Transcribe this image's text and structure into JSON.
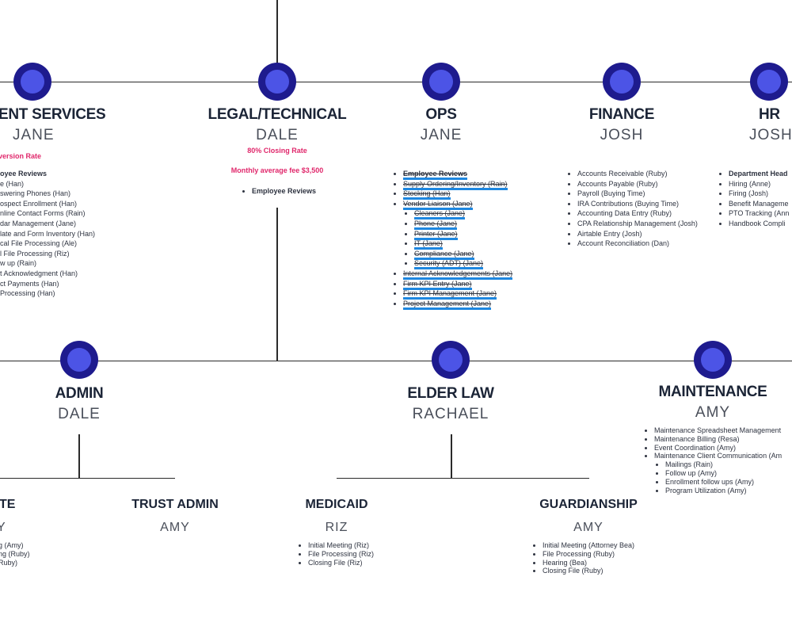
{
  "top": {
    "client_services": {
      "title": "ENT SERVICES",
      "person": "JANE",
      "metric": "version Rate",
      "items": [
        "oyee Reviews",
        "e (Han)",
        "swering Phones (Han)",
        "ospect Enrollment (Han)",
        "nline Contact Forms (Rain)",
        "dar Management (Jane)",
        "late and Form Inventory (Han)",
        "cal File Processing (Ale)",
        "l File Processing (Riz)",
        "w up (Rain)",
        "t Acknowledgment (Han)",
        "ct Payments (Han)",
        "Processing (Han)"
      ]
    },
    "legal": {
      "title": "LEGAL/TECHNICAL",
      "person": "DALE",
      "metric1": "80% Closing Rate",
      "metric2": "Monthly average fee $3,500",
      "items": [
        "Employee Reviews"
      ]
    },
    "ops": {
      "title": "OPS",
      "person": "JANE",
      "items": [
        "Employee Reviews",
        "Supply Ordering/Inventory (Rain)",
        "Stocking (Han)",
        "Vendor Liaison (Jane)"
      ],
      "vendor_sub": [
        "Cleaners (Jane)",
        "Phone (Jane)",
        "Printer (Jane)",
        "IT (Jane)",
        "Compliance (Jane)",
        "Security (ADT) (Jane)"
      ],
      "items2": [
        "Internal Acknowledgements (Jane)",
        "Firm KPI Entry (Jane)",
        "Firm KPI Management  (Jane)",
        "Project Management (Jane)"
      ]
    },
    "finance": {
      "title": "FINANCE",
      "person": "JOSH",
      "items": [
        "Accounts Receivable (Ruby)",
        "Accounts Payable (Ruby)",
        "Payroll (Buying Time)",
        "IRA Contributions (Buying Time)",
        "Accounting Data Entry (Ruby)",
        "CPA Relationship Management (Josh)",
        "Airtable Entry (Josh)",
        "Account Reconciliation (Dan)"
      ]
    },
    "hr": {
      "title": "HR",
      "person": "JOSH",
      "items": [
        "Department Head",
        "Hiring (Anne)",
        "Firing (Josh)",
        "Benefit Manageme",
        "PTO Tracking (Ann",
        "Handbook Compli"
      ]
    }
  },
  "middle": {
    "admin": {
      "title": "ADMIN",
      "person": "DALE"
    },
    "elder_law": {
      "title": "ELDER LAW",
      "person": "RACHAEL"
    },
    "maintenance": {
      "title": "MAINTENANCE",
      "person": "AMY",
      "items": [
        "Maintenance Spreadsheet Management",
        "Maintenance Billing (Resa)",
        "Event Coordination (Amy)",
        "Maintenance Client Communication (Am"
      ],
      "sub": [
        "Mailings (Rain)",
        "Follow up (Amy)",
        "Enrollment follow ups (Amy)",
        "Program Utilization (Amy)"
      ]
    }
  },
  "bottom": {
    "estate": {
      "title": "TE",
      "person": "Y",
      "items": [
        "g (Amy)",
        "ng (Ruby)",
        "Ruby)"
      ]
    },
    "trust_admin": {
      "title": "TRUST ADMIN",
      "person": "AMY"
    },
    "medicaid": {
      "title": "MEDICAID",
      "person": "RIZ",
      "items": [
        "Initial Meeting (Riz)",
        "File Processing (Riz)",
        "Closing File (Riz)"
      ]
    },
    "guardianship": {
      "title": "GUARDIANSHIP",
      "person": "AMY",
      "items": [
        "Initial Meeting (Attorney Bea)",
        "File Processing (Ruby)",
        "Hearing (Bea)",
        "Closing File (Ruby)"
      ]
    }
  },
  "colors": {
    "node_outer": "#1e1b8e",
    "node_inner": "#4c54e6",
    "metric": "#e0276b",
    "highlight": "#1e87e0"
  }
}
